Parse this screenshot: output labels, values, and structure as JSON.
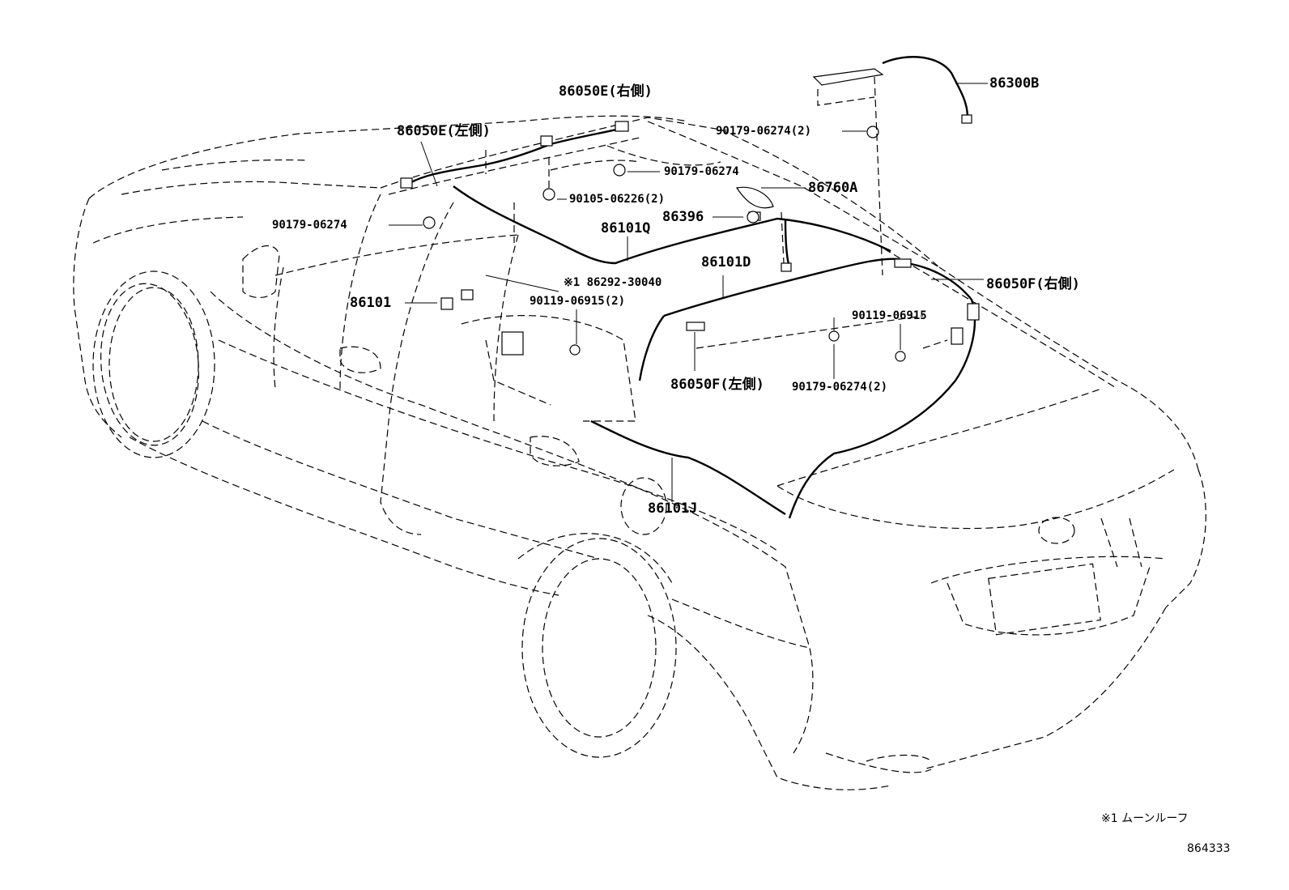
{
  "parts": {
    "p86300B": "86300B",
    "p86050E_right": "86050E(右側)",
    "p90179_06274_2_top": "90179-06274(2)",
    "p86050E_left": "86050E(左側)",
    "p90179_06274_upper": "90179-06274",
    "p86760A": "86760A",
    "p90105_06226_2": "90105-06226(2)",
    "p86396": "86396",
    "p90179_06274_left": "90179-06274",
    "p86101Q": "86101Q",
    "p86101D": "86101D",
    "p86292_30040": "※1 86292-30040",
    "p86050F_right": "86050F(右側)",
    "p86101": "86101",
    "p90119_06915_2": "90119-06915(2)",
    "p90119_06915": "90119-06915",
    "p86050F_left": "86050F(左側)",
    "p90179_06274_2_bottom": "90179-06274(2)",
    "p86101J": "86101J"
  },
  "footnote": "※1 ムーンルーフ",
  "diagram_id": "864333"
}
